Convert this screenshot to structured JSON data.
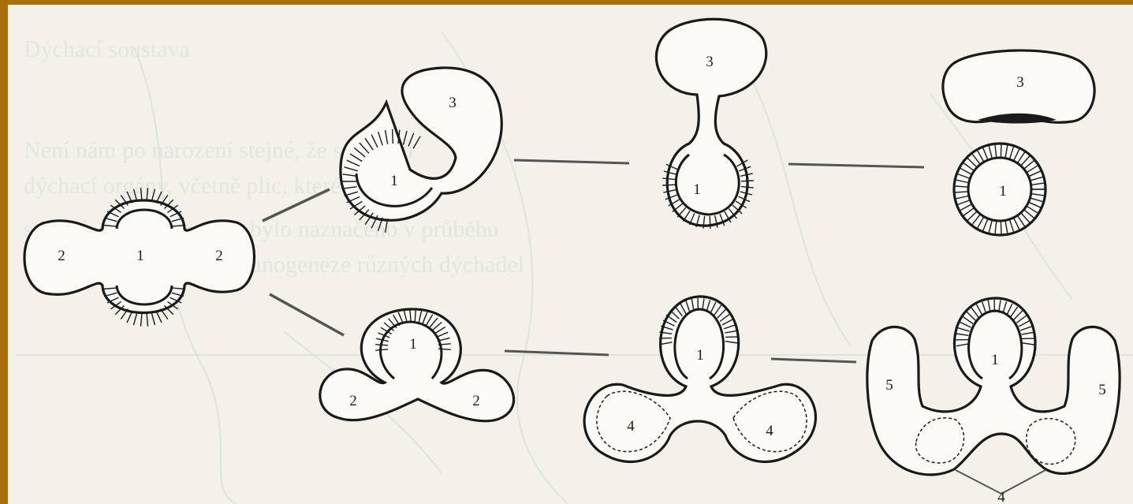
{
  "labels": {
    "left": [
      "2",
      "1",
      "2"
    ],
    "top_a": [
      "1",
      "3"
    ],
    "top_b": [
      "3",
      "1"
    ],
    "top_c": [
      "3",
      "1"
    ],
    "bottom_a": [
      "1",
      "2",
      "2"
    ],
    "bottom_b": [
      "1",
      "4",
      "4"
    ],
    "bottom_c": [
      "1",
      "5",
      "5",
      "4"
    ]
  },
  "colors": {
    "frame": "#a86f0c",
    "paper": "#f3f1ea",
    "ink": "#1a1a1a"
  }
}
